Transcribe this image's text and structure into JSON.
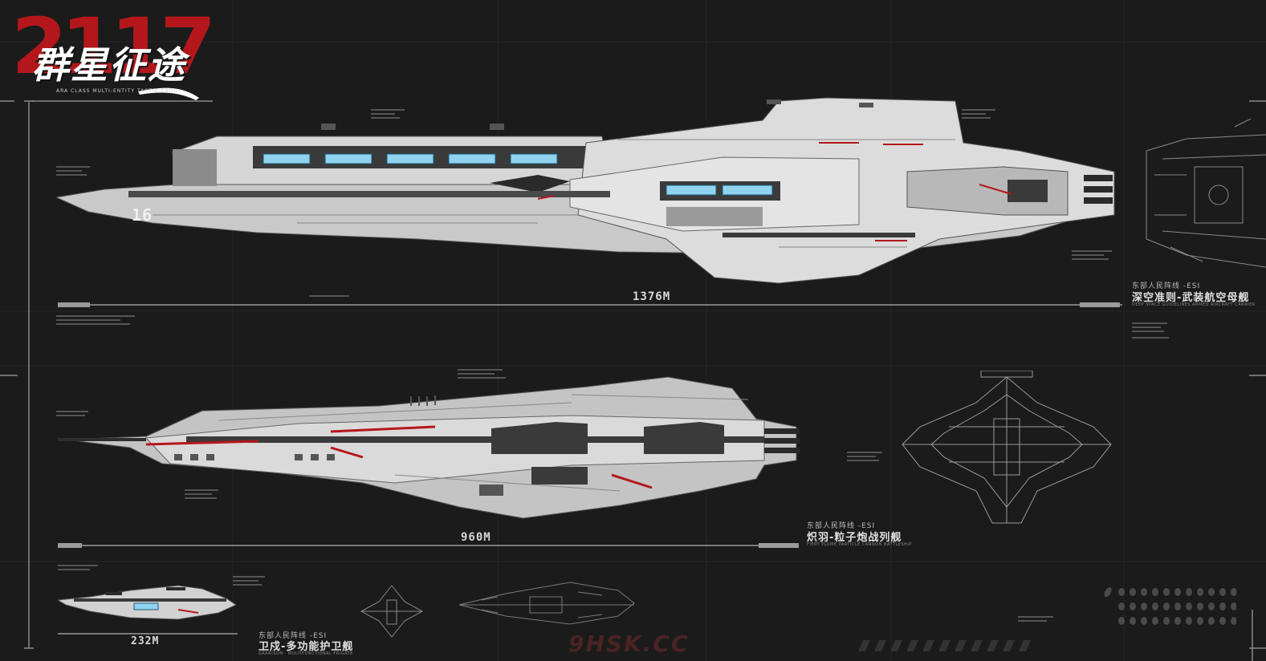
{
  "logo": {
    "number": "2117",
    "title_cn": "群星征途",
    "subtitle": "ARA CLASS MULTI-ENTITY TACTIC PROG"
  },
  "ships": {
    "carrier": {
      "faction": "东部人民阵线 -ESI",
      "name_cn": "深空准则-武装航空母舰",
      "name_en": "DEEP SPACE GUIDELINES ARMED AIRCRAFT CARRIER",
      "length": "1376M",
      "hull_number": "16"
    },
    "battleship": {
      "faction": "东部人民阵线 -ESI",
      "name_cn": "炽羽-粒子炮战列舰",
      "name_en": "FIERY PLUME PARTICLE CANNON BATTLESHIP",
      "length": "960M"
    },
    "frigate": {
      "faction": "东部人民阵线 -ESI",
      "name_cn": "卫戍-多功能护卫舰",
      "name_en": "GARRISON - MULTIFUNCTIONAL FRIGATE",
      "length": "232M"
    }
  },
  "watermark": "9HSK.CC",
  "colors": {
    "background": "#1b1b1b",
    "accent_red": "#b3171b",
    "hull_light": "#dcdcdc",
    "hull_dark": "#3a3a3a",
    "window_blue": "#8fd3f0",
    "line_gray": "#4a4a4a"
  }
}
